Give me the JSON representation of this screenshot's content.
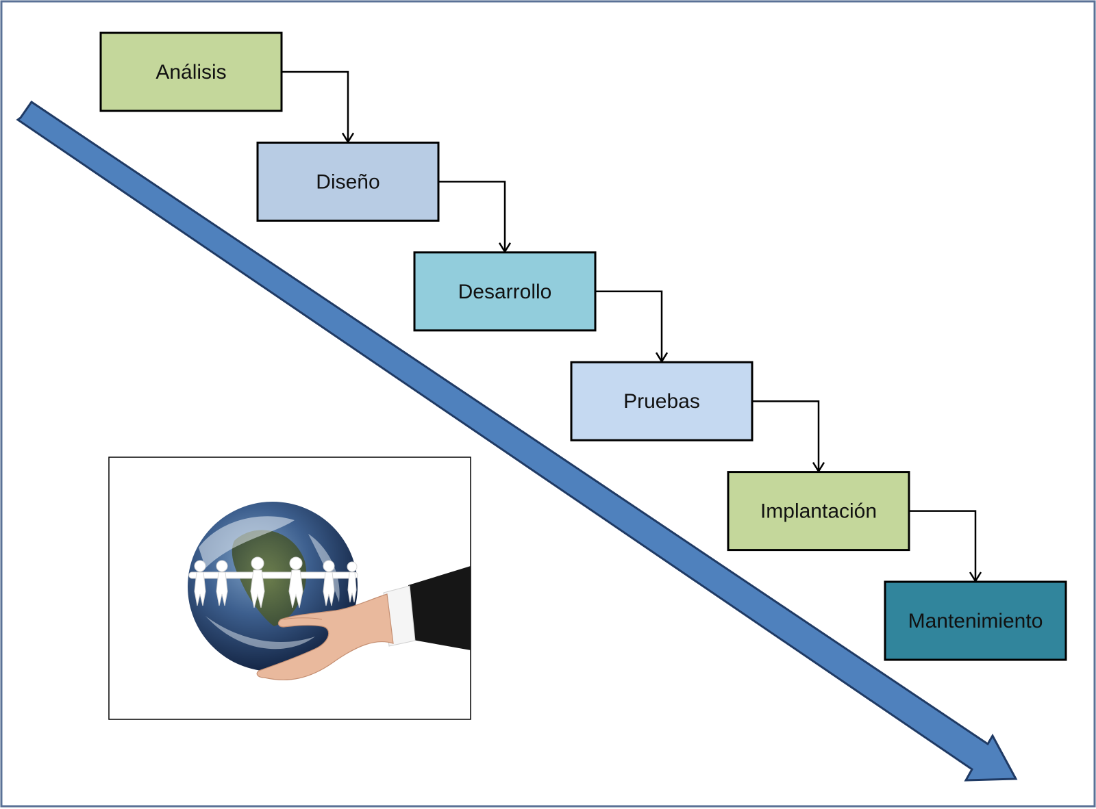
{
  "diagram": {
    "type": "waterfall",
    "steps": [
      {
        "label": "Análisis",
        "color": "#c4d79b"
      },
      {
        "label": "Diseño",
        "color": "#b8cce4"
      },
      {
        "label": "Desarrollo",
        "color": "#92cddc"
      },
      {
        "label": "Pruebas",
        "color": "#c5d9f1"
      },
      {
        "label": "Implantación",
        "color": "#c4d79b"
      },
      {
        "label": "Mantenimiento",
        "color": "#31859c"
      }
    ],
    "connector_color": "#000000",
    "big_arrow_color": "#4f81bd",
    "big_arrow_outline": "#1f3a64",
    "frame_color": "#5a7196",
    "illustration": "globe-held-by-hand-icon"
  }
}
